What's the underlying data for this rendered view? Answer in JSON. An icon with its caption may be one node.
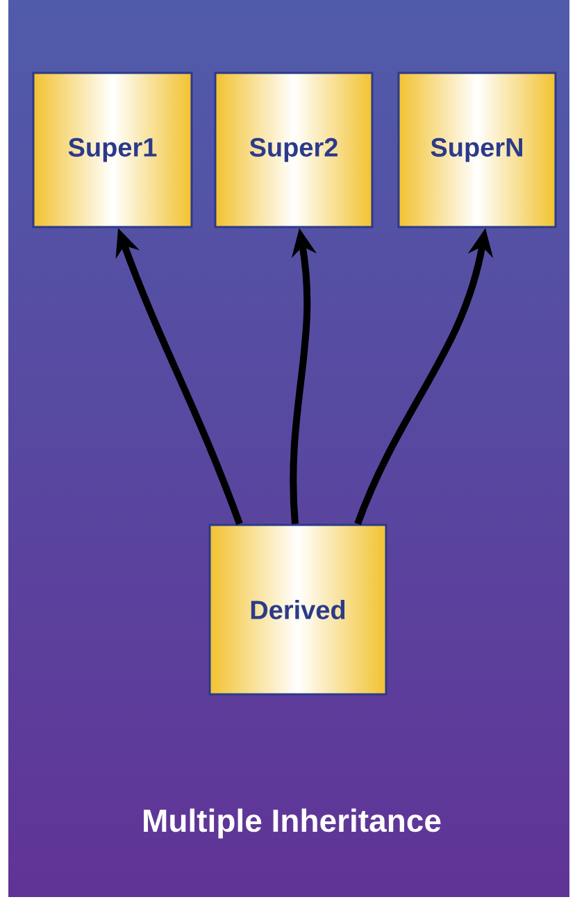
{
  "diagram": {
    "caption": "Multiple Inheritance",
    "nodes": [
      {
        "text": [
          "Super1"
        ]
      },
      {
        "text": [
          "Super2"
        ]
      },
      {
        "text": [
          "SuperN"
        ]
      },
      {
        "text": [
          "Derived"
        ]
      }
    ],
    "edges": [
      {
        "from": 3,
        "to": 0,
        "arrow": "to"
      },
      {
        "from": 3,
        "to": 1,
        "arrow": "to"
      },
      {
        "from": 3,
        "to": 2,
        "arrow": "to"
      }
    ]
  }
}
